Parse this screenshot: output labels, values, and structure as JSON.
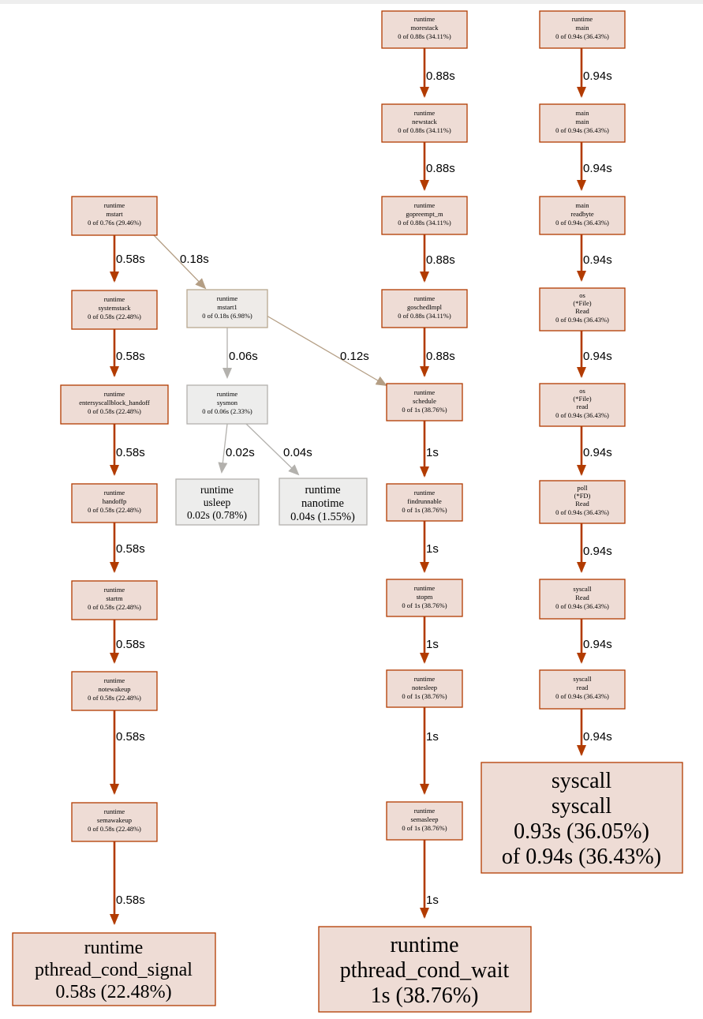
{
  "nodes": {
    "mstart": [
      "runtime",
      "mstart",
      "0 of 0.76s (29.46%)"
    ],
    "systemstack": [
      "runtime",
      "systemstack",
      "0 of 0.58s (22.48%)"
    ],
    "entersyscallblock_handoff": [
      "runtime",
      "entersyscallblock_handoff",
      "0 of 0.58s (22.48%)"
    ],
    "handoffp": [
      "runtime",
      "handoffp",
      "0 of 0.58s (22.48%)"
    ],
    "startm": [
      "runtime",
      "startm",
      "0 of 0.58s (22.48%)"
    ],
    "notewakeup": [
      "runtime",
      "notewakeup",
      "0 of 0.58s (22.48%)"
    ],
    "semawakeup": [
      "runtime",
      "semawakeup",
      "0 of 0.58s (22.48%)"
    ],
    "pthread_cond_signal": [
      "runtime",
      "pthread_cond_signal",
      "0.58s (22.48%)"
    ],
    "mstart1": [
      "runtime",
      "mstart1",
      "0 of 0.18s (6.98%)"
    ],
    "sysmon": [
      "runtime",
      "sysmon",
      "0 of 0.06s (2.33%)"
    ],
    "usleep": [
      "runtime",
      "usleep",
      "0.02s (0.78%)"
    ],
    "nanotime": [
      "runtime",
      "nanotime",
      "0.04s (1.55%)"
    ],
    "morestack": [
      "runtime",
      "morestack",
      "0 of 0.88s (34.11%)"
    ],
    "newstack": [
      "runtime",
      "newstack",
      "0 of 0.88s (34.11%)"
    ],
    "gopreempt_m": [
      "runtime",
      "gopreempt_m",
      "0 of 0.88s (34.11%)"
    ],
    "goschedImpl": [
      "runtime",
      "goschedImpl",
      "0 of 0.88s (34.11%)"
    ],
    "schedule": [
      "runtime",
      "schedule",
      "0 of 1s (38.76%)"
    ],
    "findrunnable": [
      "runtime",
      "findrunnable",
      "0 of 1s (38.76%)"
    ],
    "stopm": [
      "runtime",
      "stopm",
      "0 of 1s (38.76%)"
    ],
    "notesleep": [
      "runtime",
      "notesleep",
      "0 of 1s (38.76%)"
    ],
    "semasleep": [
      "runtime",
      "semasleep",
      "0 of 1s (38.76%)"
    ],
    "pthread_cond_wait": [
      "runtime",
      "pthread_cond_wait",
      "1s (38.76%)"
    ],
    "runtime_main": [
      "runtime",
      "main",
      "0 of 0.94s (36.43%)"
    ],
    "main_main": [
      "main",
      "main",
      "0 of 0.94s (36.43%)"
    ],
    "main_readbyte": [
      "main",
      "readbyte",
      "0 of 0.94s (36.43%)"
    ],
    "os_File_Read": [
      "os",
      "(*File)",
      "Read",
      "0 of 0.94s (36.43%)"
    ],
    "os_File_read": [
      "os",
      "(*File)",
      "read",
      "0 of 0.94s (36.43%)"
    ],
    "poll_FD_Read": [
      "poll",
      "(*FD)",
      "Read",
      "0 of 0.94s (36.43%)"
    ],
    "syscall_Read": [
      "syscall",
      "Read",
      "0 of 0.94s (36.43%)"
    ],
    "syscall_read": [
      "syscall",
      "read",
      "0 of 0.94s (36.43%)"
    ],
    "syscall_syscall": [
      "syscall",
      "syscall",
      "0.93s (36.05%)",
      "of 0.94s (36.43%)"
    ]
  },
  "edges": {
    "mstart_systemstack": "0.58s",
    "mstart_mstart1": "0.18s",
    "systemstack_entersyscall": "0.58s",
    "entersyscall_handoffp": "0.58s",
    "handoffp_startm": "0.58s",
    "startm_notewakeup": "0.58s",
    "notewakeup_semawakeup": "0.58s",
    "semawakeup_signal": "0.58s",
    "mstart1_sysmon": "0.06s",
    "mstart1_schedule": "0.12s",
    "sysmon_usleep": "0.02s",
    "sysmon_nanotime": "0.04s",
    "morestack_newstack": "0.88s",
    "newstack_gopreempt": "0.88s",
    "gopreempt_gosched": "0.88s",
    "gosched_schedule": "0.88s",
    "schedule_findrunnable": "1s",
    "findrunnable_stopm": "1s",
    "stopm_notesleep": "1s",
    "notesleep_semasleep": "1s",
    "semasleep_wait": "1s",
    "rtmain_mainmain": "0.94s",
    "mainmain_readbyte": "0.94s",
    "readbyte_osRead": "0.94s",
    "osRead_osread": "0.94s",
    "osread_pollRead": "0.94s",
    "pollRead_syscallRead": "0.94s",
    "syscallRead_syscallread": "0.94s",
    "syscallread_syscall": "0.94s"
  }
}
